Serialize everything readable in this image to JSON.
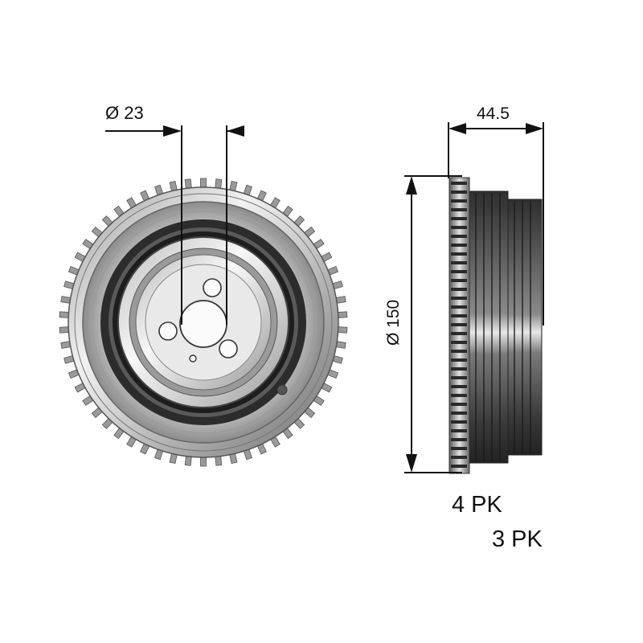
{
  "diagram": {
    "subject": "crankshaft belt pulley (vibration damper) with sensor ring",
    "views": [
      "front-view",
      "side-view"
    ],
    "dimensions": {
      "bore_diameter": {
        "label": "Ø 23",
        "value": 23
      },
      "width": {
        "label": "44.5",
        "value": 44.5
      },
      "outer_diameter": {
        "label": "Ø 150",
        "value": 150
      }
    },
    "belt_profiles": {
      "first": "4 PK",
      "second": "3 PK"
    },
    "colors": {
      "line": "#111111",
      "metal_light": "#e6e6e6",
      "metal_mid": "#a8a8a8",
      "metal_dark": "#3a3a3a",
      "background": "#ffffff"
    }
  }
}
